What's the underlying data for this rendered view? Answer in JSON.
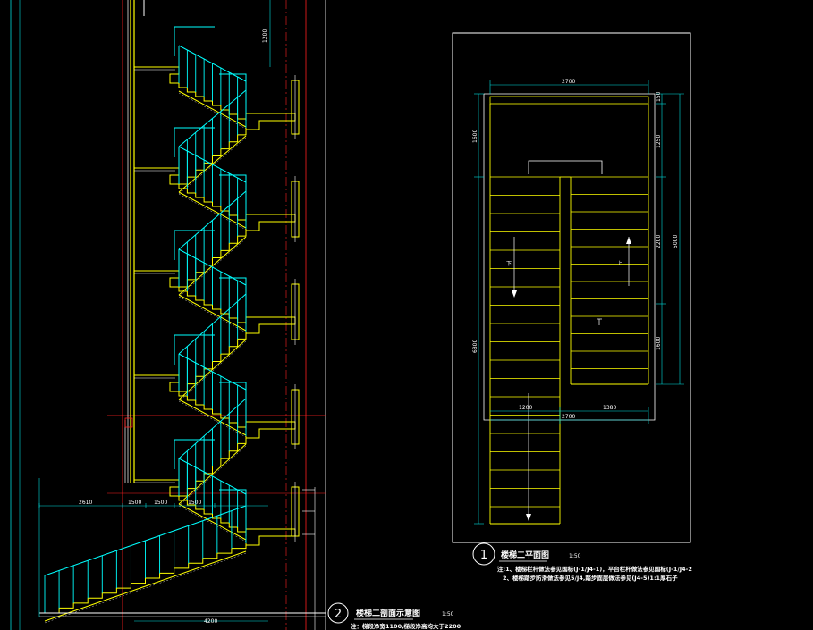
{
  "colors": {
    "background": "#000000",
    "structure": "#ffff00",
    "railing": "#00ffff",
    "wall": "#ffffff",
    "axis": "#ff2020",
    "hatch": "#c8c8c8",
    "dimension": "#00dddd"
  },
  "plan": {
    "dims": {
      "top_width": "2700",
      "top_offset": "150",
      "right_upper": "1250",
      "right_middle": "2200",
      "right_total": "5000",
      "right_lower": "1600",
      "left_upper": "1600",
      "left_total": "6800",
      "bottom_left": "1200",
      "bottom_right": "1380",
      "bottom_total": "2700"
    },
    "arrow_down_label": "下",
    "arrow_up_label": "上"
  },
  "title1": {
    "number": "1",
    "name": "楼梯二平面图",
    "scale": "1:50"
  },
  "notes1": {
    "line1": "注:1、楼梯栏杆做法参见国标(J-1/J4-1)，平台栏杆做法参见国标(J-1/J4-2",
    "line2": "2、楼梯踏步防滑做法参见5/J4,踏步面层做法参见(J4-5)1:1厚石子"
  },
  "section": {
    "dims": {
      "top_right": "1200",
      "bottom_1": "2610",
      "bottom_2": "1500",
      "bottom_3": "1500",
      "bottom_4": "1500",
      "floor_total": "4200"
    }
  },
  "title2": {
    "number": "2",
    "name": "楼梯二剖面示意图",
    "scale": "1:50",
    "note": "注：梯段净宽1100,梯段净高均大于2200"
  }
}
